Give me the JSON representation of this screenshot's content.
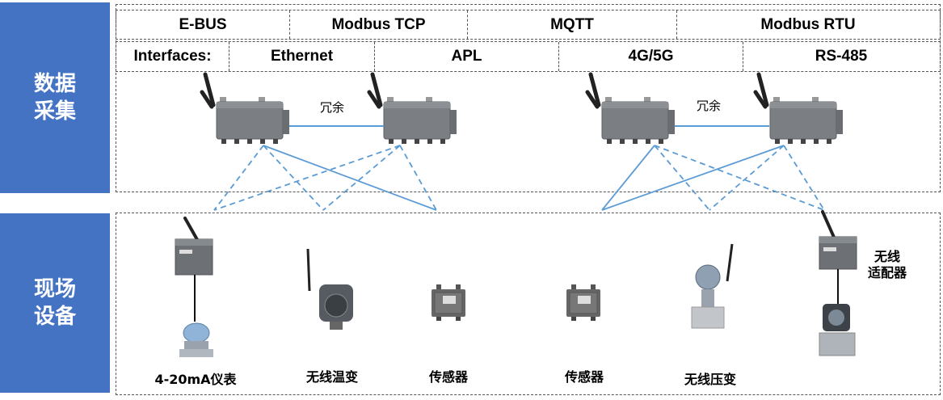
{
  "sections": {
    "collection": [
      "数据",
      "采集"
    ],
    "devices": [
      "现场",
      "设备"
    ]
  },
  "protocols": [
    "E-BUS",
    "Modbus TCP",
    "MQTT",
    "Modbus RTU"
  ],
  "interfaces": {
    "label": "Interfaces:",
    "items": [
      "Ethernet",
      "APL",
      "4G/5G",
      "RS-485"
    ]
  },
  "redundancy_label": "冗余",
  "adapter_label": [
    "无线",
    "适配器"
  ],
  "devices": [
    {
      "label": "4-20mA仪表",
      "icon": "pressure-transmitter-icon"
    },
    {
      "label": "无线温变",
      "icon": "wireless-temperature-transmitter-icon"
    },
    {
      "label": "传感器",
      "icon": "sensor-box-icon"
    },
    {
      "label": "传感器",
      "icon": "sensor-box-icon"
    },
    {
      "label": "无线压变",
      "icon": "wireless-pressure-transmitter-icon"
    }
  ],
  "colors": {
    "section_fill": "#4573C4",
    "link_line": "#5B9BD5",
    "gateway": "#7B7F84"
  }
}
